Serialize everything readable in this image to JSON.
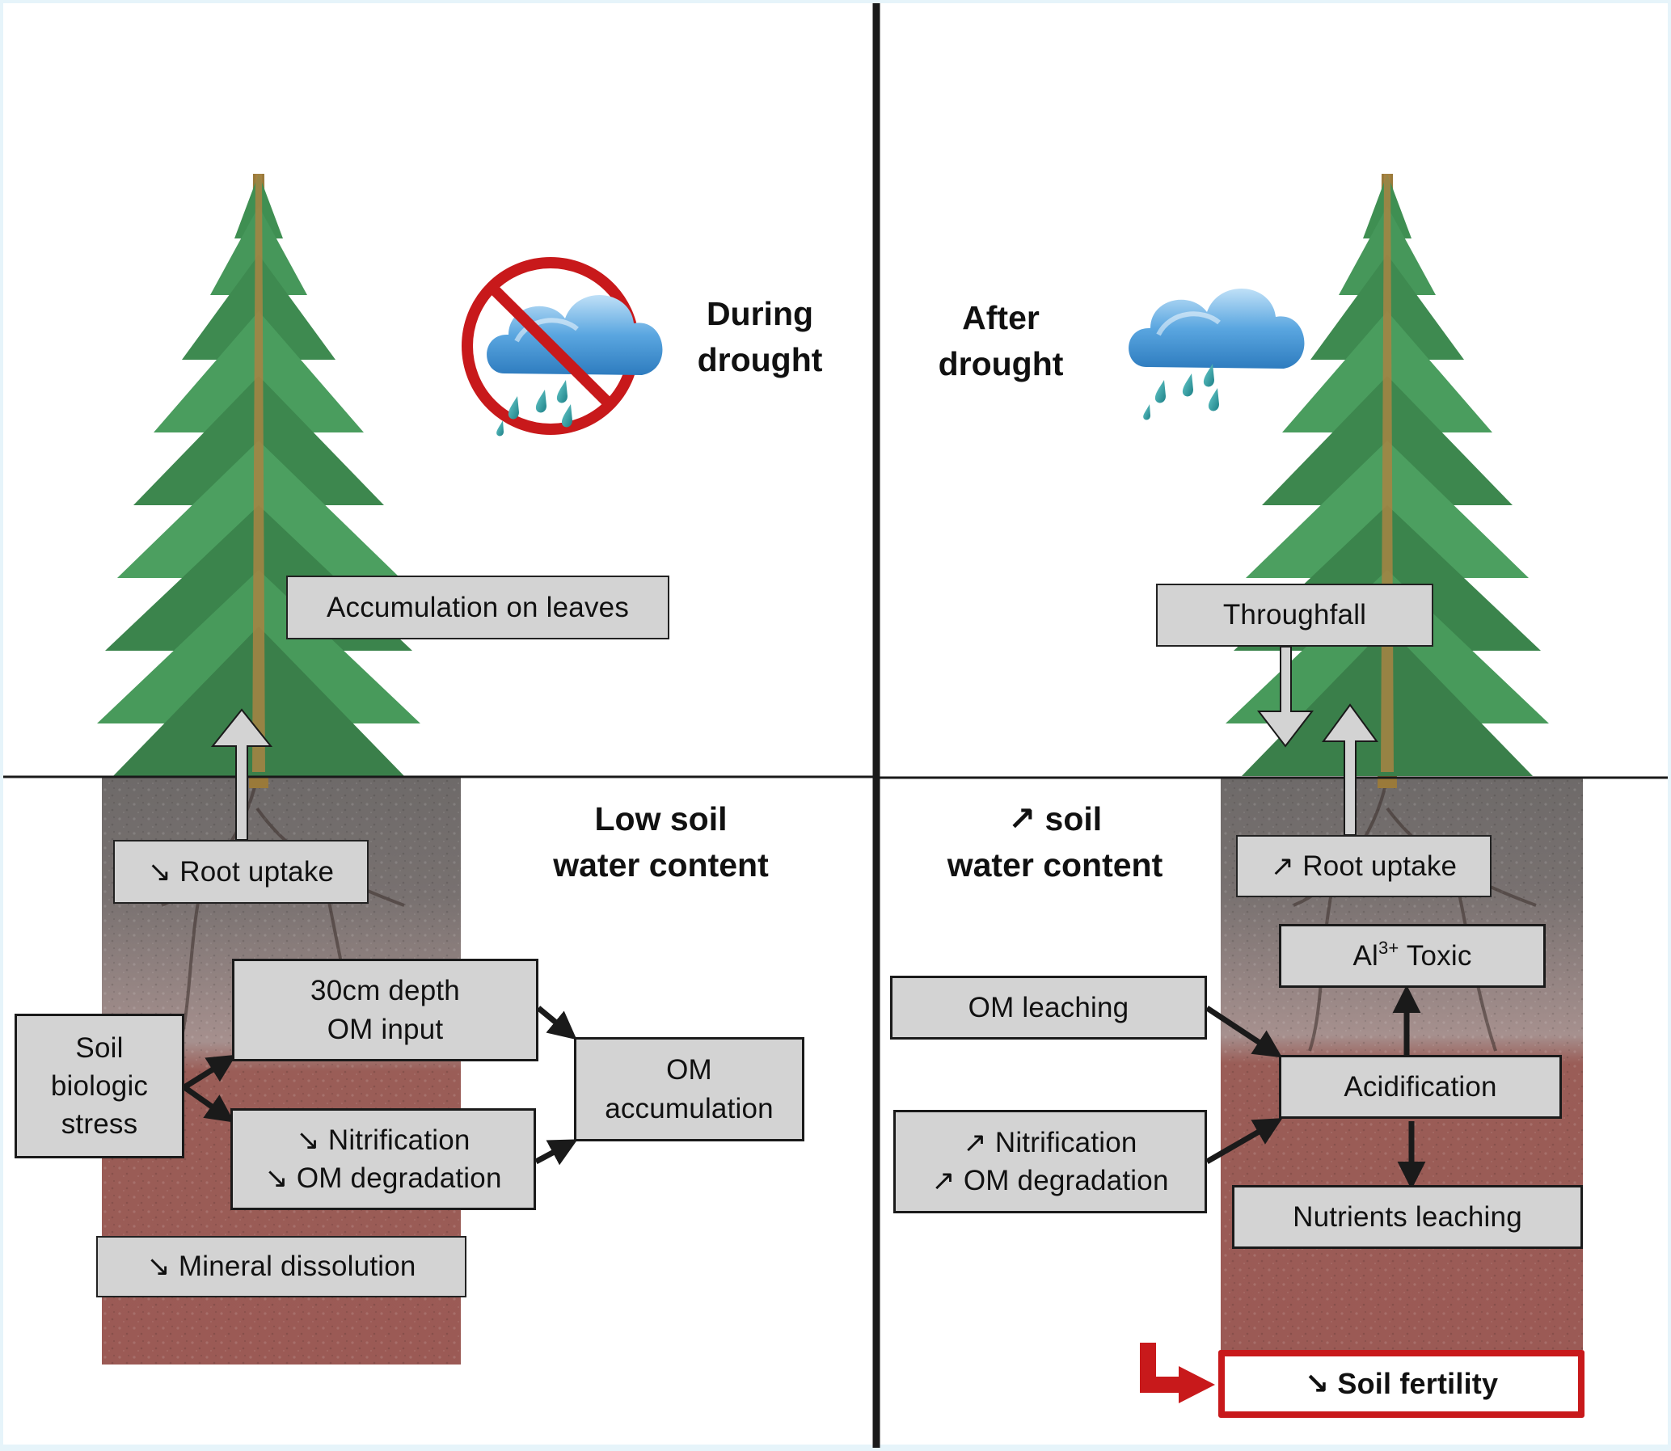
{
  "colors": {
    "box_fill": "#d3d3d3",
    "box_border": "#1a1a1a",
    "highlight_red": "#c8191b",
    "frame_blue": "#e6f4fa",
    "cloud_blue": "#3d8fcf",
    "raindrop_teal": "#2a9aa0",
    "tree_green": "#3f8f52",
    "soil_grey": "#7d7674",
    "soil_red": "#9c5a55"
  },
  "panels": {
    "during": {
      "title_line1": "During",
      "title_line2": "drought",
      "icon": "no-rain-icon",
      "soil_title_line1": "Low soil",
      "soil_title_line2": "water content",
      "boxes": {
        "accumulation": "Accumulation on leaves",
        "root_uptake": "↘ Root uptake",
        "depth_line1": "30cm depth",
        "depth_line2": "OM input",
        "stress_line1": "Soil",
        "stress_line2": "biologic",
        "stress_line3": "stress",
        "nitrif_line1": "↘ Nitrification",
        "nitrif_line2": "↘ OM degradation",
        "om_acc_line1": "OM",
        "om_acc_line2": "accumulation",
        "mineral": "↘ Mineral dissolution"
      }
    },
    "after": {
      "title_line1": "After",
      "title_line2": "drought",
      "icon": "rain-cloud-icon",
      "soil_title_line1": "↗ soil",
      "soil_title_line2": "water content",
      "boxes": {
        "throughfall": "Throughfall",
        "root_uptake": "↗ Root uptake",
        "al_prefix": "Al",
        "al_sup": "3+",
        "al_suffix": " Toxic",
        "om_leaching": "OM leaching",
        "acidification": "Acidification",
        "nitrif_line1": "↗ Nitrification",
        "nitrif_line2": "↗ OM degradation",
        "nutrients": "Nutrients leaching",
        "fertility": "↘ Soil fertility"
      }
    }
  }
}
